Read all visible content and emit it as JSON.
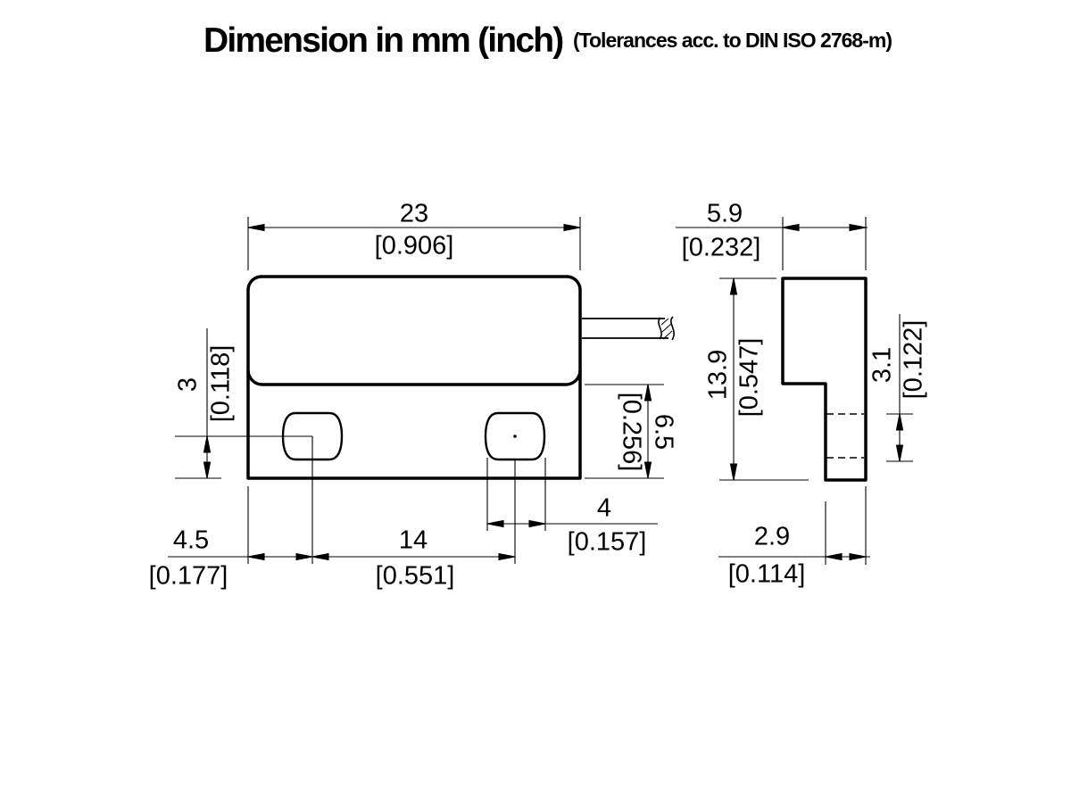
{
  "title": "Dimension in mm (inch)",
  "tolerance_note": "(Tolerances acc. to DIN ISO 2768-m)",
  "colors": {
    "line": "#000000",
    "background": "#ffffff"
  },
  "dimensions": {
    "front_width": {
      "mm": "23",
      "inch": "[0.906]"
    },
    "front_hole_center_to_bottom": {
      "mm": "3",
      "inch": "[0.118]"
    },
    "front_lower_section_height": {
      "mm": "6.5",
      "inch": "[0.256]"
    },
    "front_edge_to_first_hole": {
      "mm": "4.5",
      "inch": "[0.177]"
    },
    "front_hole_spacing": {
      "mm": "14",
      "inch": "[0.551]"
    },
    "front_hole_width": {
      "mm": "4",
      "inch": "[0.157]"
    },
    "side_depth": {
      "mm": "5.9",
      "inch": "[0.232]"
    },
    "side_height": {
      "mm": "13.9",
      "inch": "[0.547]"
    },
    "side_hole_depth": {
      "mm": "3.1",
      "inch": "[0.122]"
    },
    "side_leg_depth": {
      "mm": "2.9",
      "inch": "[0.114]"
    }
  }
}
